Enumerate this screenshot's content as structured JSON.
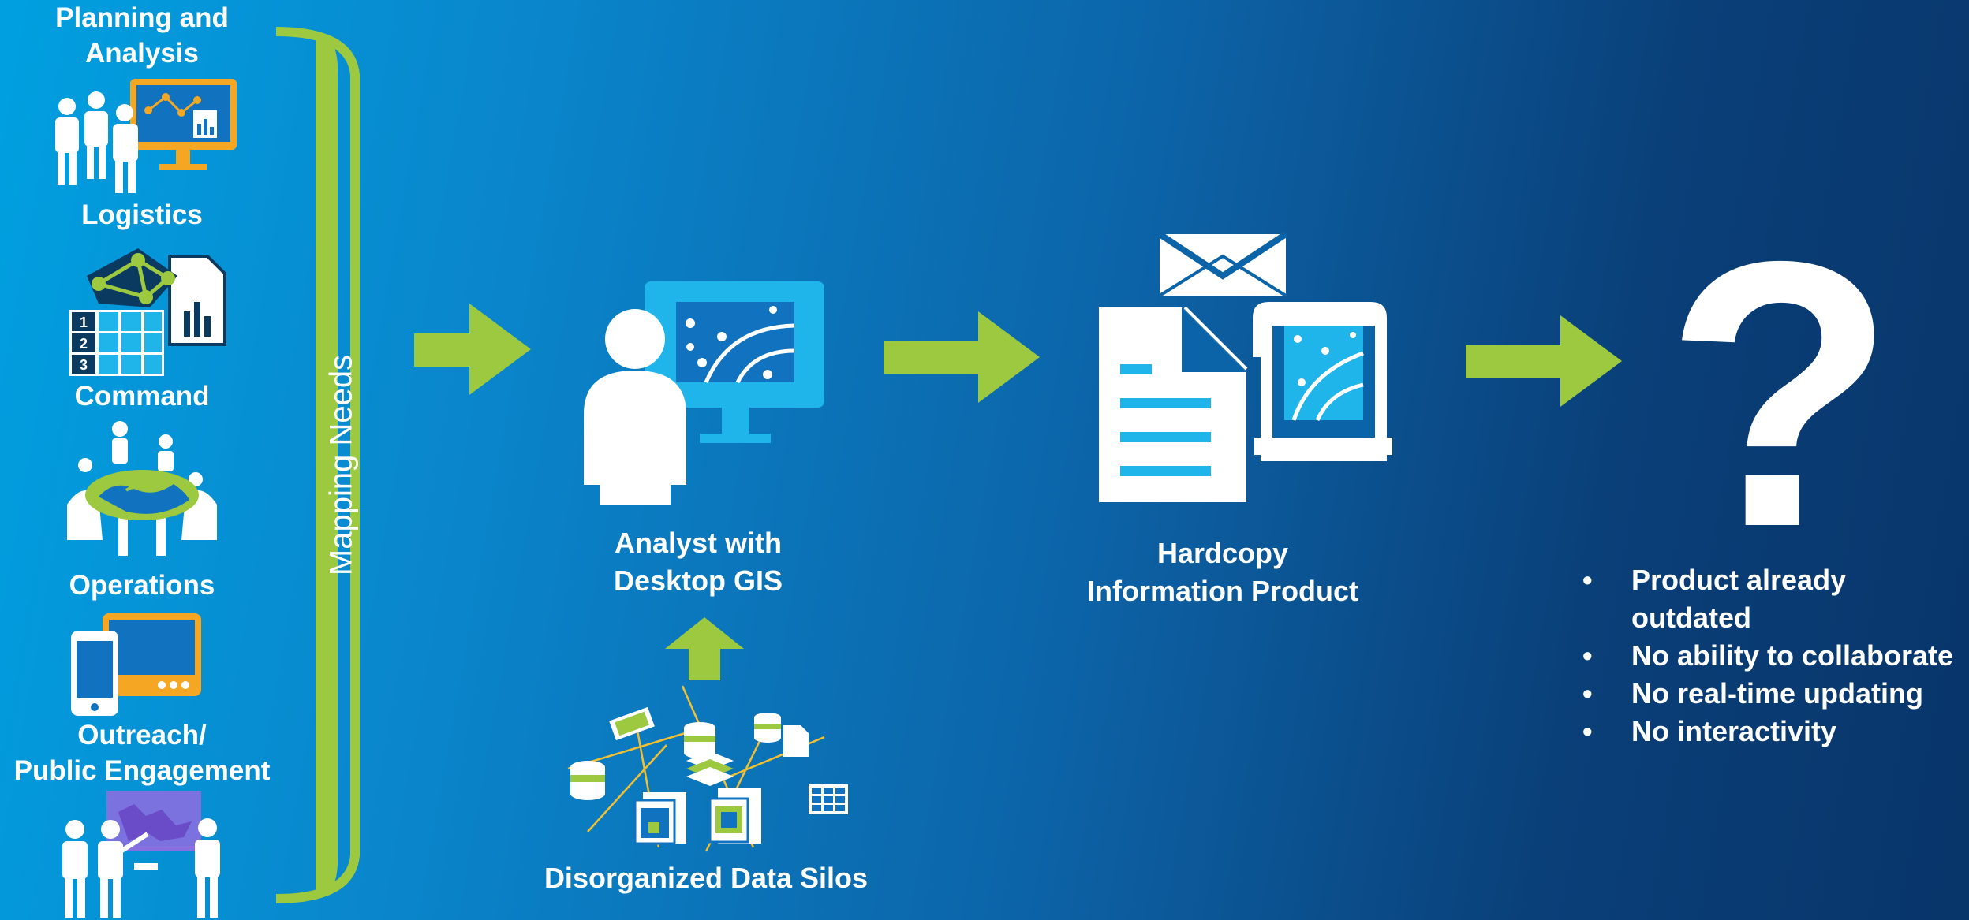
{
  "left_column": {
    "planning_label": "Planning and\nAnalysis",
    "logistics_label": "Logistics",
    "command_label": "Command",
    "operations_label": "Operations",
    "outreach_label": "Outreach/\nPublic Engagement"
  },
  "bracket_label": "Mapping Needs",
  "analyst_label": "Analyst with\nDesktop GIS",
  "data_silos_label": "Disorganized Data Silos",
  "hardcopy_label": "Hardcopy\nInformation Product",
  "question_mark": "?",
  "bullets": [
    "Product already outdated",
    "No ability to collaborate",
    "No real-time updating",
    "No interactivity"
  ],
  "bullet_glyph": "•",
  "logistics_table_numbers": [
    "1",
    "2",
    "3"
  ],
  "colors": {
    "arrow_green": "#9cc93f",
    "bracket_green": "#9cc93f",
    "accent_orange": "#f5a623",
    "accent_cyan": "#1fb5ea",
    "accent_purple": "#8a6fe0",
    "background_left": "#00a0e0",
    "background_right": "#08356a"
  },
  "icons": {
    "planning": "team-with-monitor-icon",
    "logistics": "network-and-report-icon",
    "command": "meeting-table-icon",
    "operations": "mobile-devices-icon",
    "outreach": "presentation-icon",
    "analyst": "analyst-desktop-icon",
    "data_silos": "scattered-data-icon",
    "hardcopy": "print-document-icon"
  }
}
